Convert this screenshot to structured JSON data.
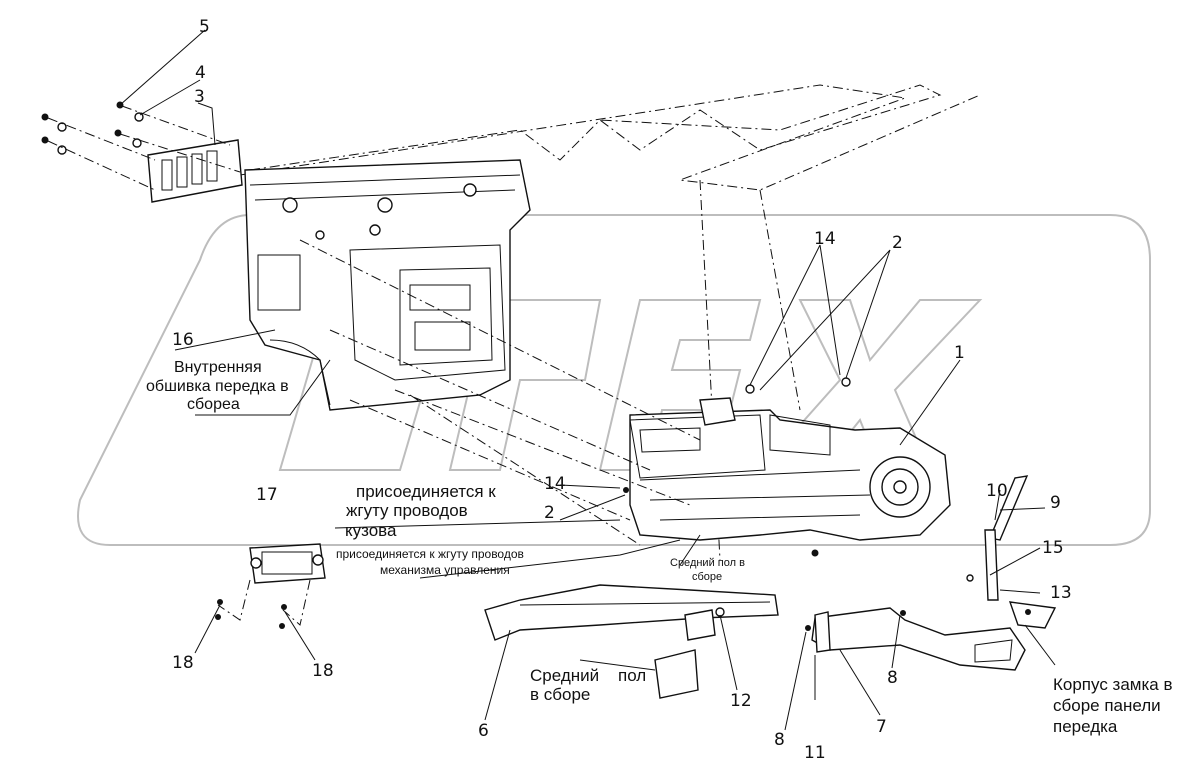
{
  "diagram": {
    "watermark": "OPEX",
    "part_numbers": {
      "p1": "1",
      "p2a": "2",
      "p2b": "2",
      "p3": "3",
      "p4": "4",
      "p5": "5",
      "p6": "6",
      "p7": "7",
      "p8a": "8",
      "p8b": "8",
      "p9": "9",
      "p10": "10",
      "p11": "11",
      "p12": "12",
      "p13": "13",
      "p14a": "14",
      "p14b": "14",
      "p15": "15",
      "p16": "16",
      "p17": "17",
      "p18a": "18",
      "p18b": "18"
    },
    "captions": {
      "inner_lining": [
        "Внутренняя",
        "обшивка передка в",
        "сбореа"
      ],
      "body_harness": [
        "присоединяется к",
        "жгуту проводов",
        "кузова"
      ],
      "control_harness": [
        "присоединяется к жгуту проводов",
        "механизма управления"
      ],
      "mid_floor_small": [
        "Средний пол в",
        "сборе"
      ],
      "mid_floor": [
        "Средний    пол",
        "в сборе"
      ],
      "lock_housing": [
        "Корпус замка в",
        "сборе панели",
        "передка"
      ]
    }
  }
}
